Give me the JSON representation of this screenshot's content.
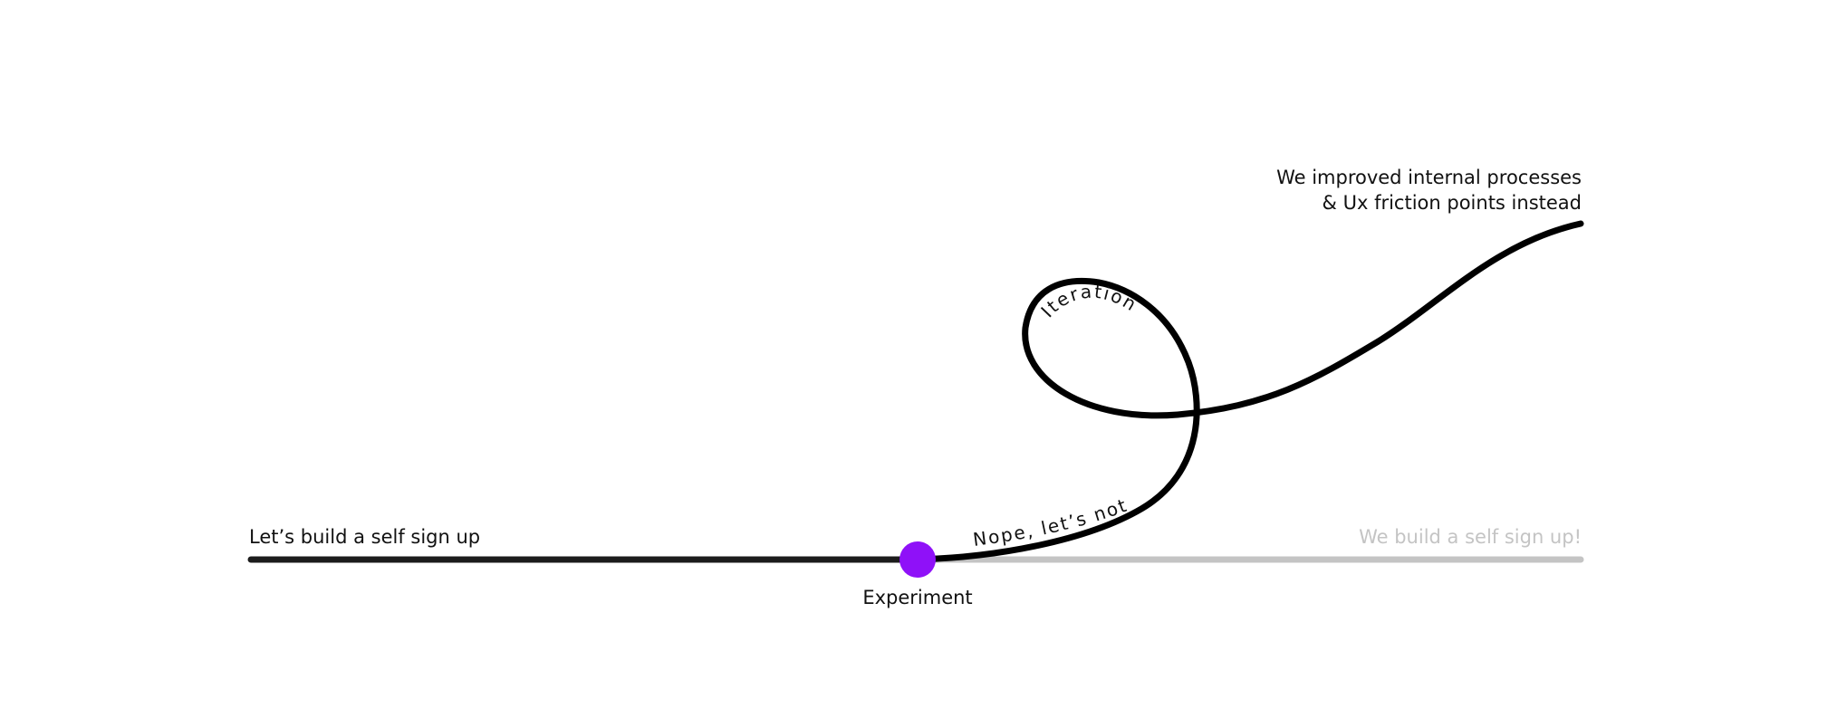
{
  "labels": {
    "start": "Let’s build a self sign up",
    "expected_outcome": "We build a self sign up!",
    "decision_point": "Experiment",
    "pivot": "Nope, let’s not",
    "loop": "Iteration",
    "actual_outcome_line1": "We improved internal processes",
    "actual_outcome_line2": "& Ux friction points instead"
  },
  "colors": {
    "path": "#000000",
    "planned_path": "#1c1c1c",
    "abandoned_path": "#c4c4c4",
    "abandoned_text": "#c4c4c4",
    "experiment_dot": "#8f11f8",
    "text": "#111111"
  }
}
